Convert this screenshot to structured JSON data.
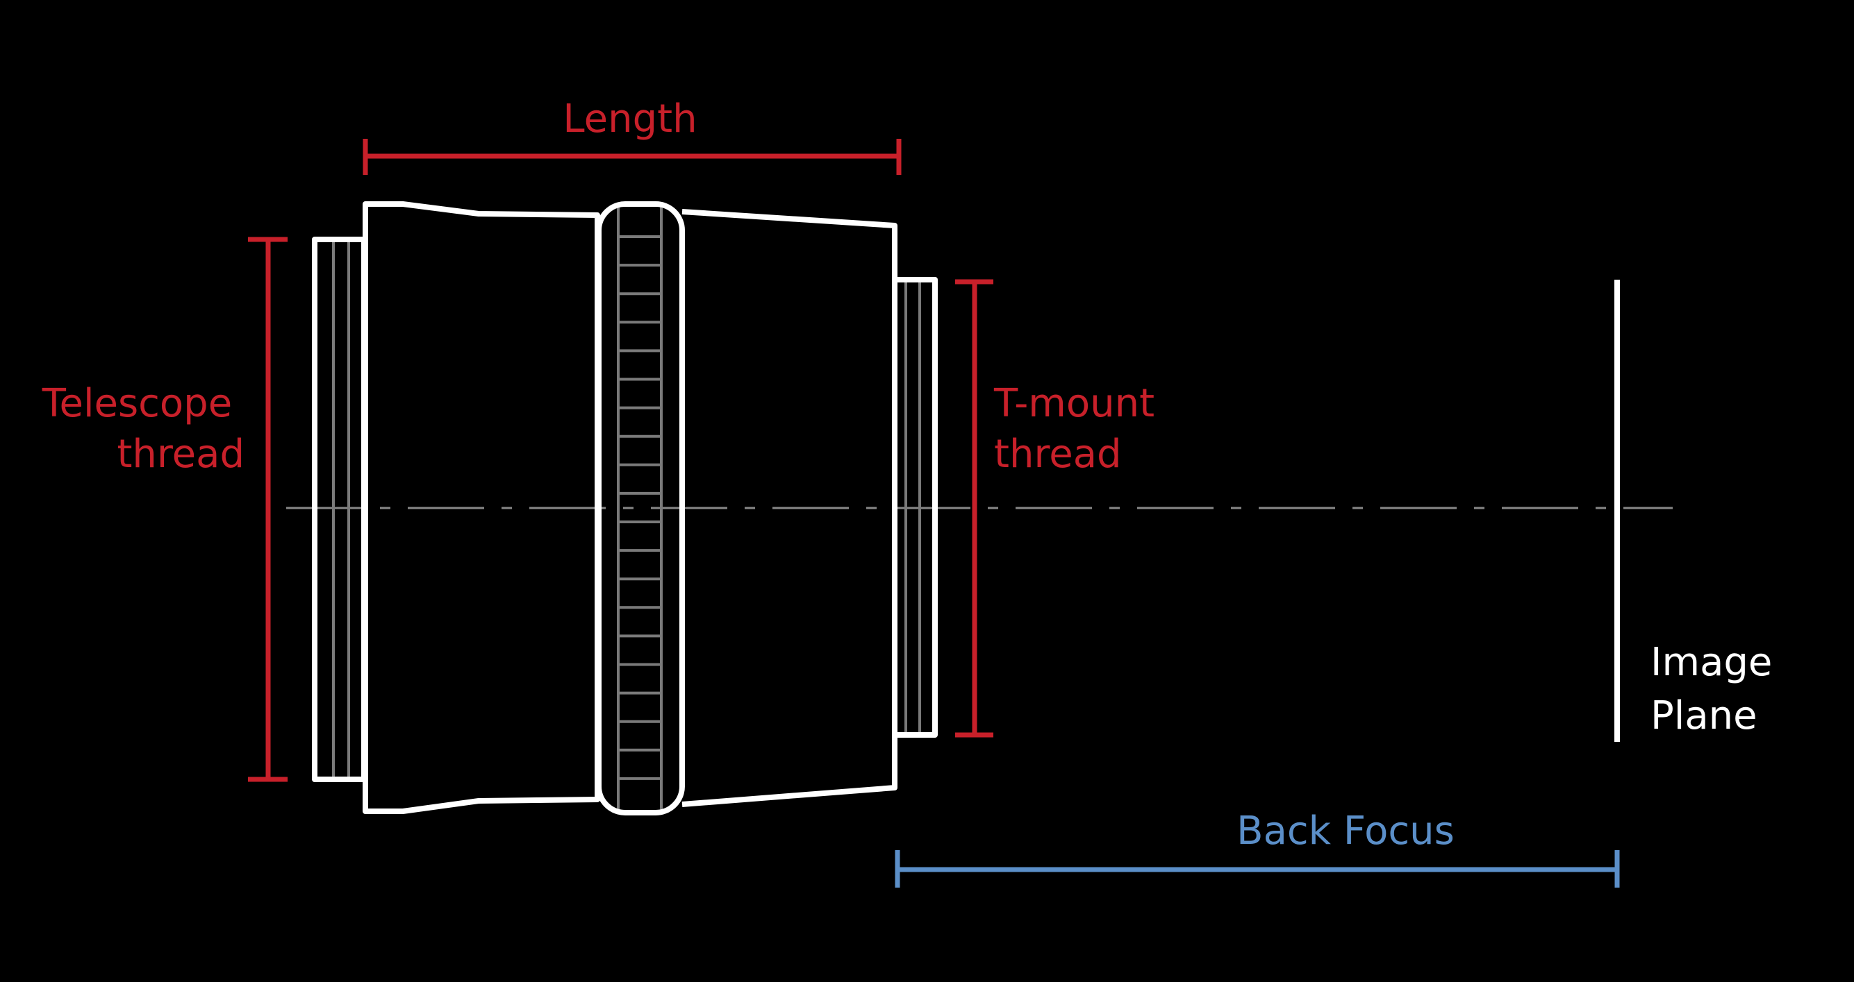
{
  "labels": {
    "length": "Length",
    "telescope_thread": [
      "Telescope",
      "thread"
    ],
    "tmount_thread": [
      "T-mount",
      "thread"
    ],
    "image_plane": [
      "Image",
      "Plane"
    ],
    "back_focus": "Back Focus"
  },
  "colors": {
    "background": "#000000",
    "dimension_red": "#c8202a",
    "dimension_blue": "#5b8fc9",
    "outline": "#ffffff",
    "detail_grey": "#7a7a7a"
  }
}
